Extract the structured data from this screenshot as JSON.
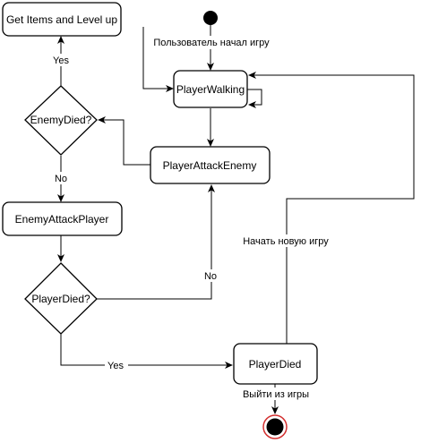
{
  "nodes": {
    "get_items": "Get Items and Level up",
    "player_walking": "PlayerWalking",
    "enemy_died": "EnemyDied?",
    "player_attack_enemy": "PlayerAttackEnemy",
    "enemy_attack_player": "EnemyAttackPlayer",
    "player_died_q": "PlayerDied?",
    "player_died": "PlayerDied"
  },
  "edges": {
    "start_label": "Пользователь начал игру",
    "yes_top": "Yes",
    "no_enemy": "No",
    "no_player": "No",
    "yes_bottom": "Yes",
    "new_game": "Начать новую игру",
    "exit_game": "Выйти из игры"
  },
  "colors": {
    "end_ring": "#d32f2f",
    "stroke": "#000000"
  }
}
